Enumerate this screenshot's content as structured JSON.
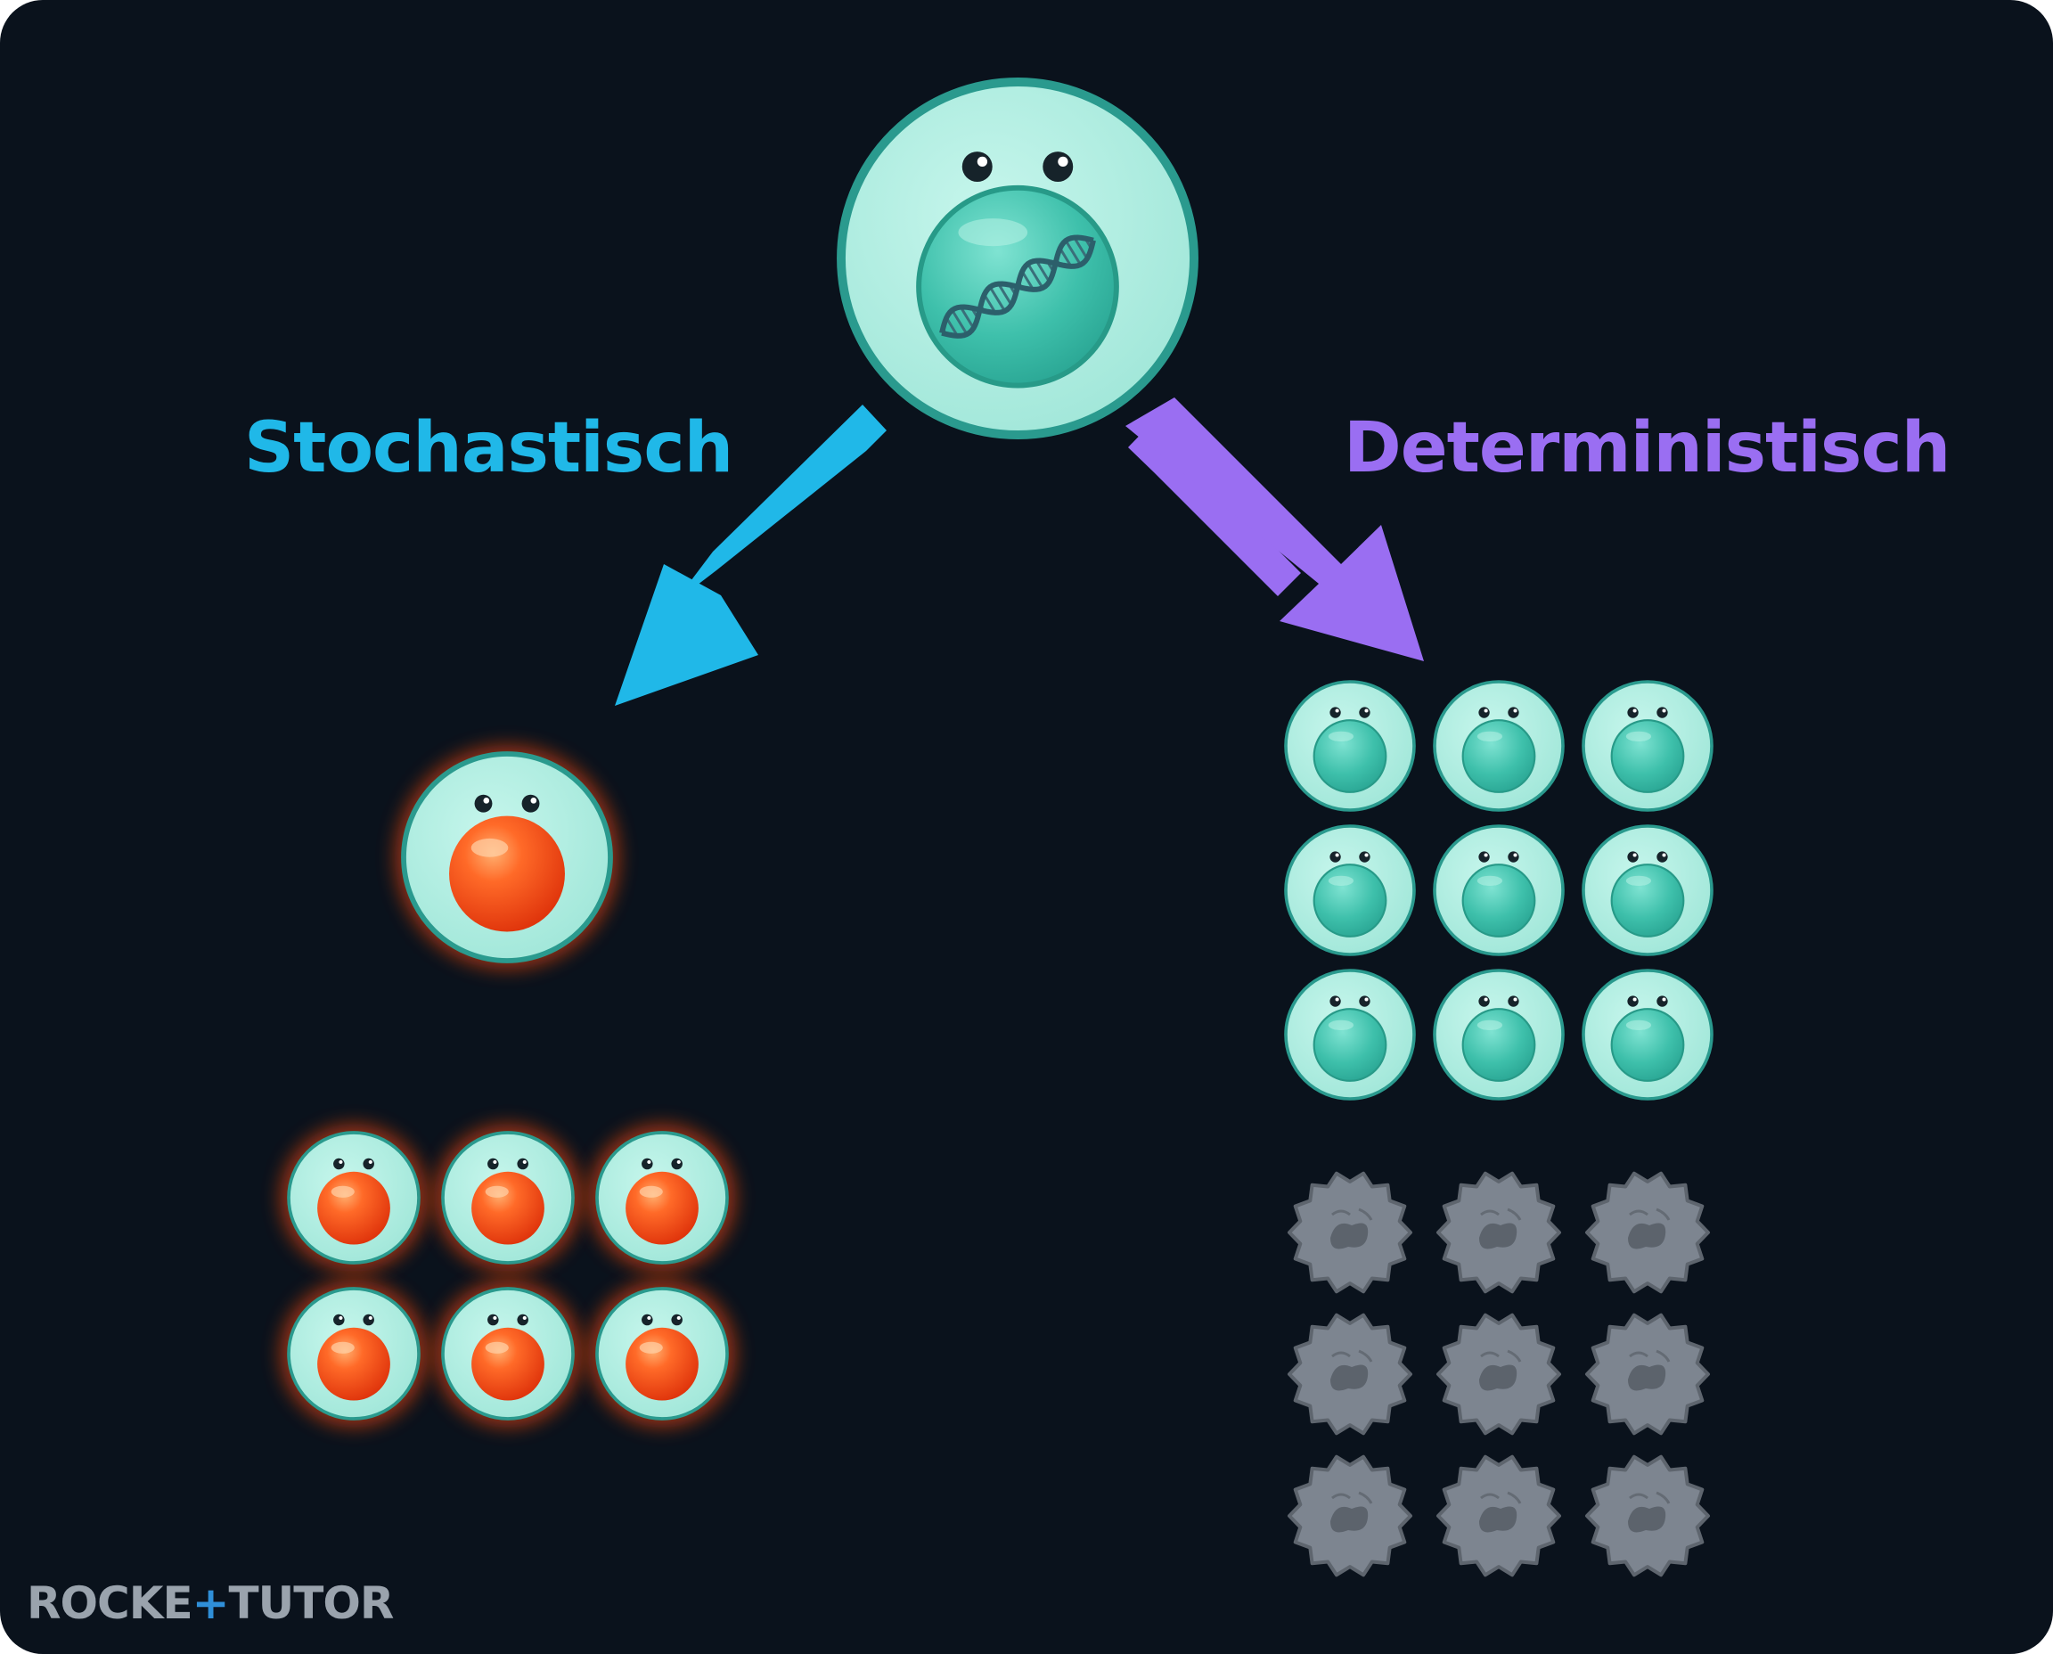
{
  "labels": {
    "stochastic": "Stochastisch",
    "deterministic": "Deterministisch"
  },
  "brand": {
    "part1": "ROCKE",
    "plus": "+",
    "part2": "TUTO",
    "part3": "R"
  },
  "colors": {
    "background": "#0a121c",
    "stochastic": "#20b8e8",
    "deterministic": "#9a6ef2",
    "cell_body": "#a8ecdf",
    "cell_outline": "#2a9a8e",
    "nucleus_teal": "#3bbfaa",
    "nucleus_red": "#ff5a1f",
    "dead_cell": "#7d8590"
  },
  "stochastic_branch": {
    "single_cell_nucleus": "red",
    "result_grid": {
      "rows": 2,
      "cols": 3,
      "nucleus": "red"
    }
  },
  "deterministic_branch": {
    "healthy_grid": {
      "rows": 3,
      "cols": 3,
      "nucleus": "teal"
    },
    "dead_grid": {
      "rows": 3,
      "cols": 3,
      "state": "dead"
    }
  },
  "icons": [
    "dna-icon",
    "cell-face-icon"
  ]
}
